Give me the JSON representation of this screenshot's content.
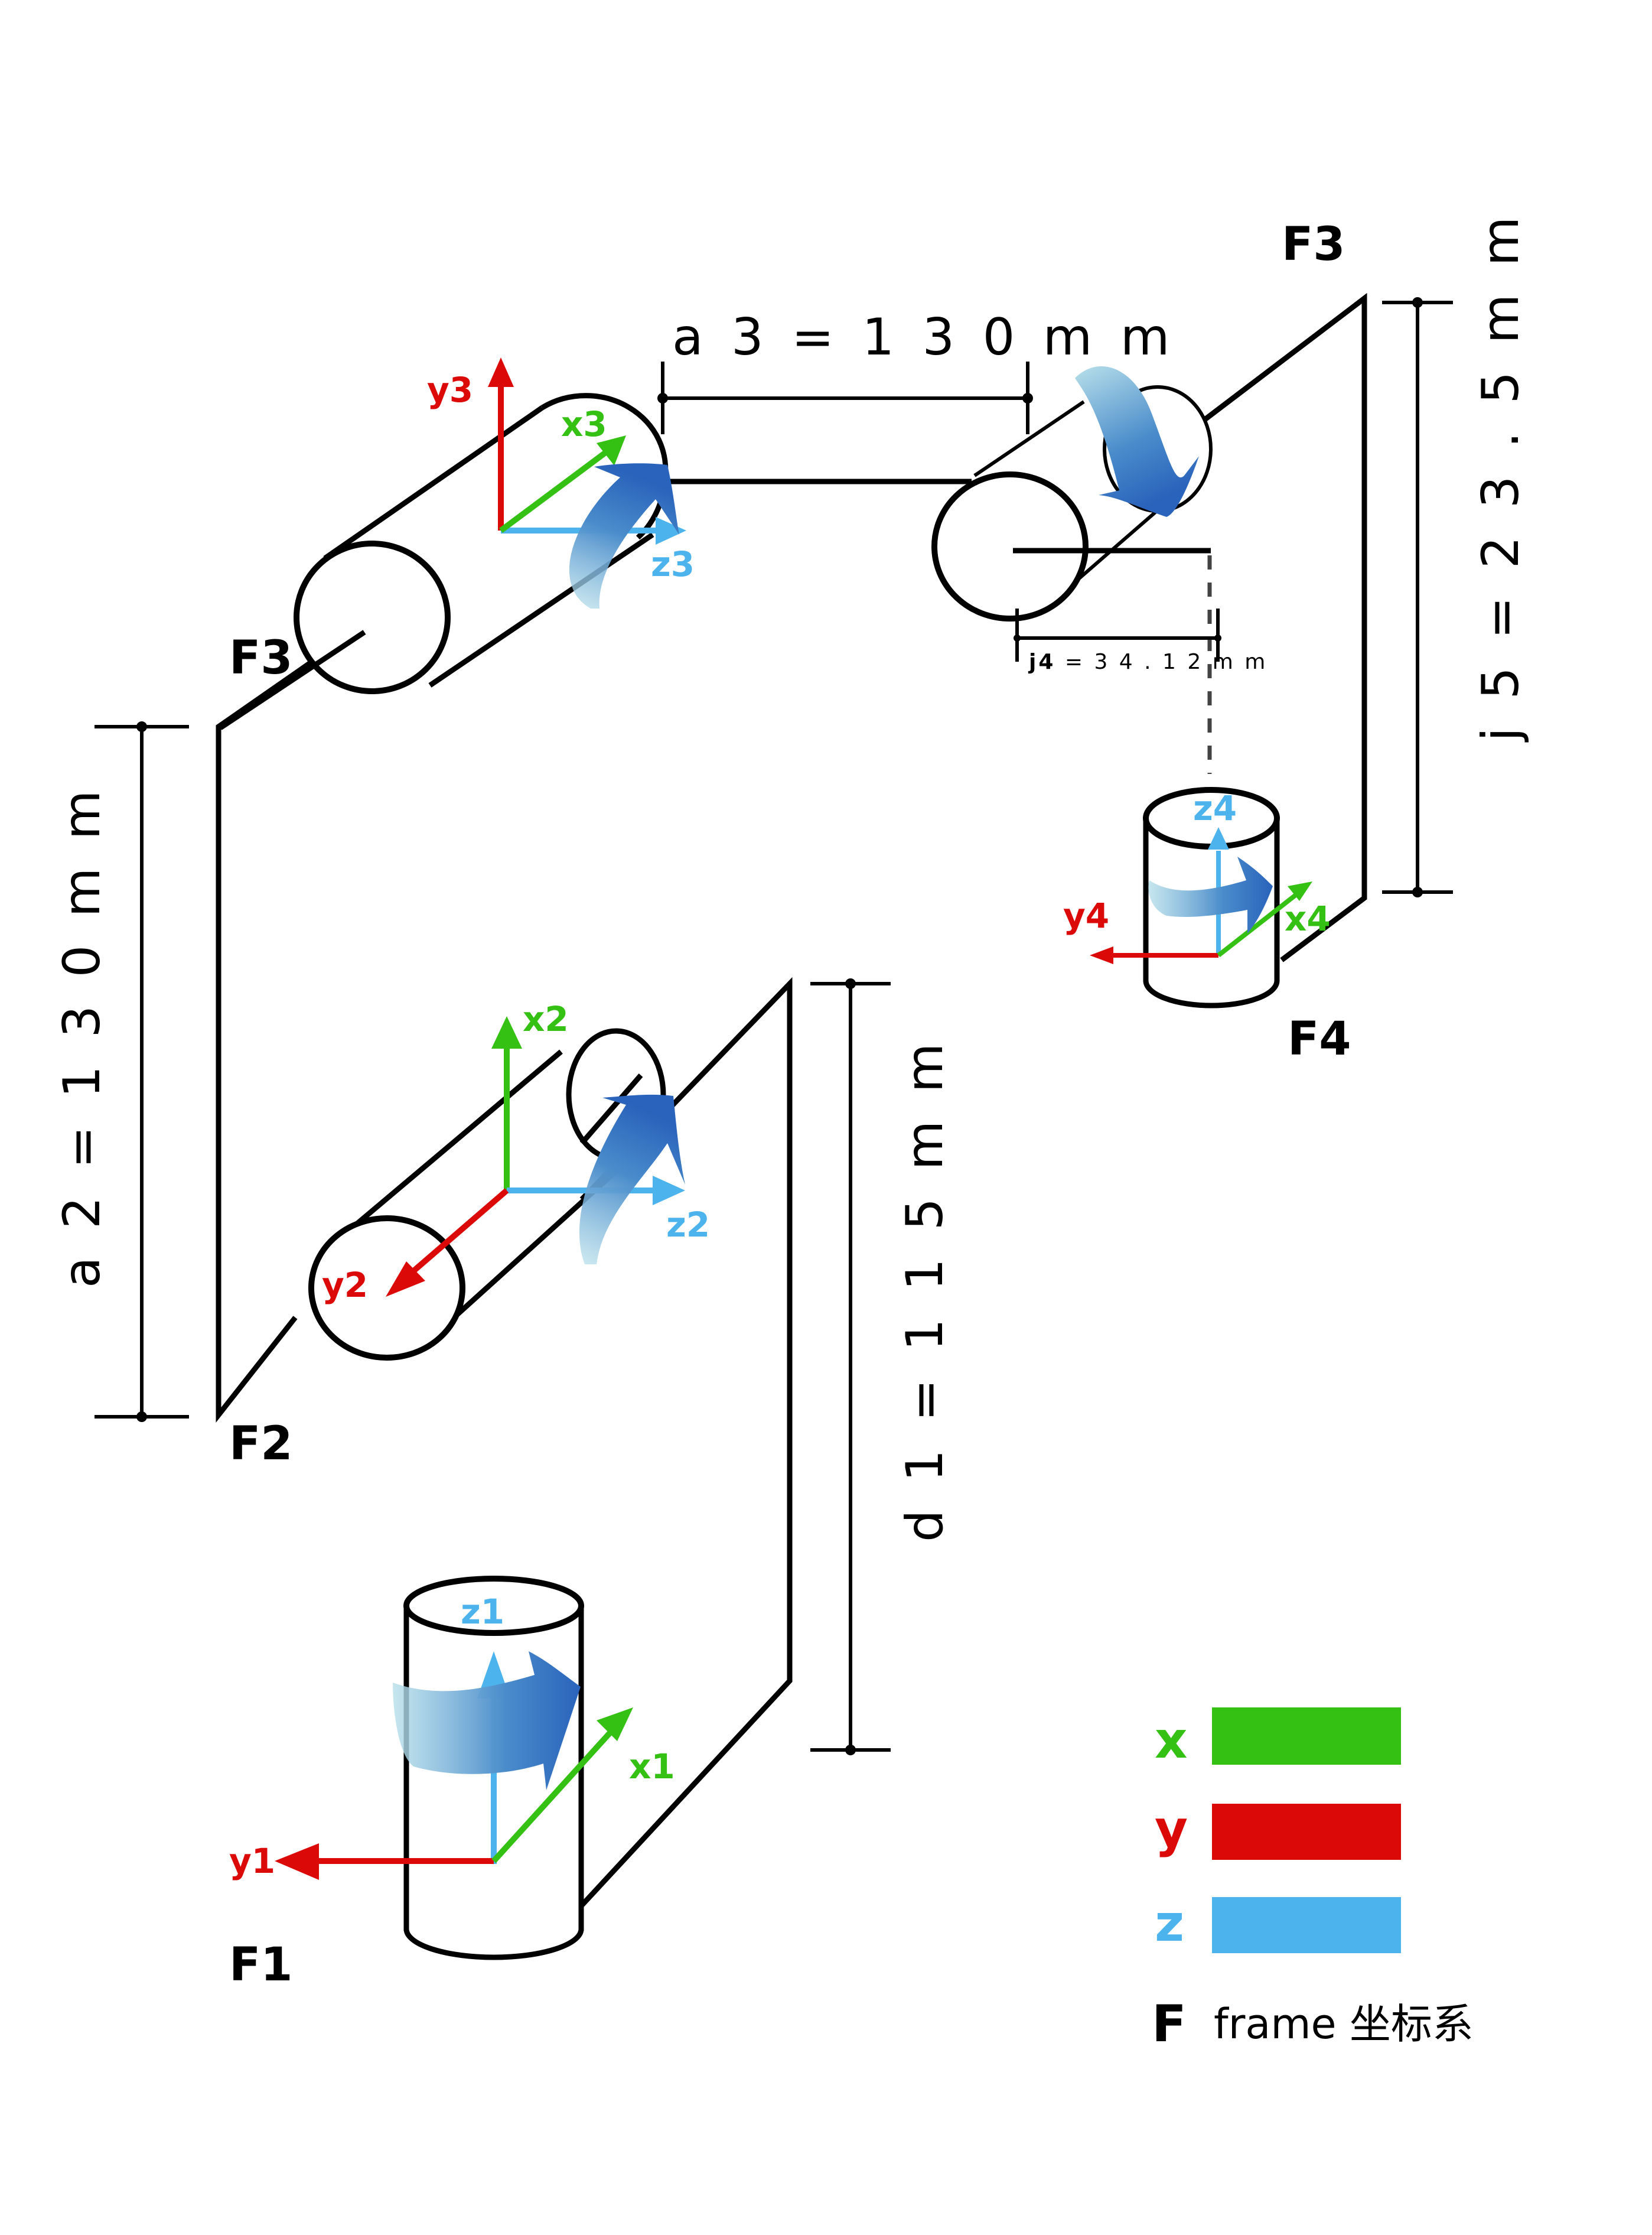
{
  "colors": {
    "x": "#35C014",
    "y": "#DC0909",
    "z": "#4DB3EC",
    "rotation_dark": "#2A63BB",
    "rotation_light": "#B8E0EA"
  },
  "frames": {
    "f1": "F1",
    "f2": "F2",
    "f3_left": "F3",
    "f3_top": "F3",
    "f4": "F4"
  },
  "axes": {
    "frame1": {
      "x": "x1",
      "y": "y1",
      "z": "z1"
    },
    "frame2": {
      "x": "x2",
      "y": "y2",
      "z": "z2"
    },
    "frame3": {
      "x": "x3",
      "y": "y3",
      "z": "z3"
    },
    "frame4": {
      "x": "x4",
      "y": "y4",
      "z": "z4"
    }
  },
  "dimensions": {
    "a3": {
      "name": "a3",
      "value": "130mm",
      "text": "a 3 = 1 3 0 m m"
    },
    "a2": {
      "name": "a2",
      "value": "130mm",
      "text": "a 2 = 1 3 0 m m"
    },
    "d1": {
      "name": "d1",
      "value": "115mm",
      "text": "d 1 = 1 1 5 m m"
    },
    "j4": {
      "name": "j4",
      "value": "34.12mm",
      "prefix": "j4",
      "text": "= 3 4 . 1 2 m m"
    },
    "j5": {
      "name": "j5",
      "value": "23.5mm",
      "text": "j 5 = 2 3 . 5 m m"
    }
  },
  "legend": {
    "items": [
      {
        "key": "x",
        "color": "#35C014"
      },
      {
        "key": "y",
        "color": "#DC0909"
      },
      {
        "key": "z",
        "color": "#4DB3EC"
      }
    ],
    "frame_key": "F",
    "frame_text": "frame 坐标系"
  }
}
